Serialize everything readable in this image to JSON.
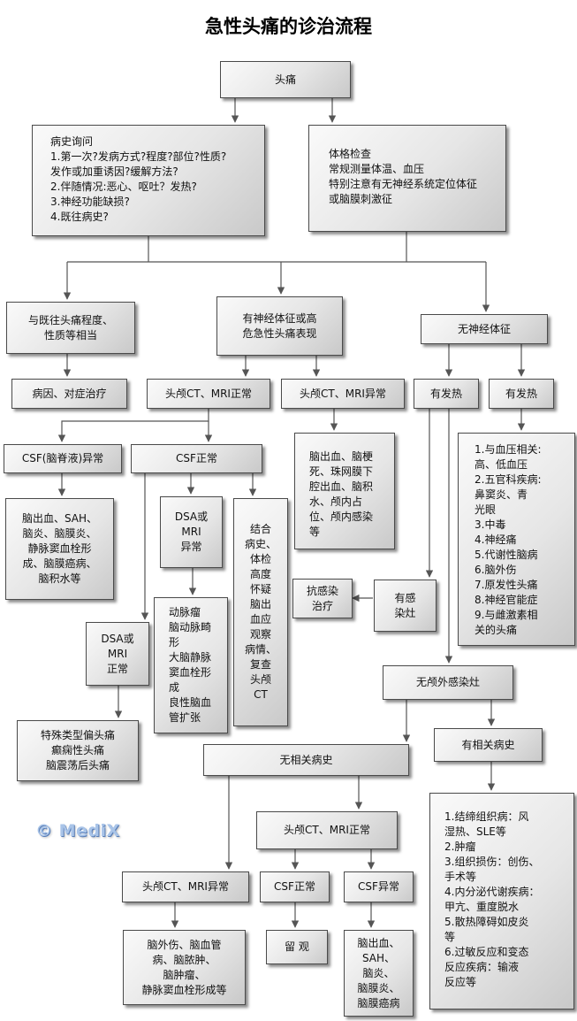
{
  "title": "急性头痛的诊治流程",
  "logo": "© MediX",
  "nodes": {
    "n1": "头痛",
    "n2": "病史询问\n1.第一次?发病方式?程度?部位?性质?\n   发作或加重诱因?缓解方法?\n2.伴随情况:恶心、呕吐？发热?\n3.神经功能缺损?\n4.既往病史?",
    "n3": "体格检查\n常规测量体温、血压\n特别注意有无神经系统定位体征\n或脑膜刺激征",
    "n4": "与既往头痛程度、\n性质等相当",
    "n5": "有神经体征或高\n危急性头痛表现",
    "n6": "无神经体征",
    "n7": "病因、对症治疗",
    "n8": "头颅CT、MRI正常",
    "n9": "头颅CT、MRI异常",
    "n10": "有发热",
    "n11": "有发热",
    "n12": "CSF(脑脊液)异常",
    "n13": "CSF正常",
    "n14": "脑出血、脑梗\n死、珠网膜下\n腔出血、脑积\n水、颅内占\n位、颅内感染\n等",
    "n15": "1.与血压相关:\n   高、低血压\n2.五官科疾病:\n   鼻窦炎、青\n   光眼\n3.中毒\n4.神经痛\n5.代谢性脑病\n6.脑外伤\n7.原发性头痛\n8.神经官能症\n9.与雌激素相\n   关的头痛",
    "n16": "脑出血、SAH、\n脑炎、脑膜炎、\n静脉窦血栓形\n成、脑膜癌病、\n脑积水等",
    "n17": "DSA或\nMRI\n异常",
    "n18": "结合\n病史、\n体检\n高度\n怀疑\n脑出\n血应\n观察\n病情、\n复查\n头颅\nCT",
    "n19": "抗感染\n治疗",
    "n20": "有感\n染灶",
    "n21": "动脉瘤\n脑动脉畸\n形\n大脑静脉\n窦血栓形\n成\n良性脑血\n管扩张",
    "n22": "DSA或\nMRI\n正常",
    "n23": "无颅外感染灶",
    "n24": "特殊类型偏头痛\n癫痫性头痛\n脑震荡后头痛",
    "n25": "有相关病史",
    "n26": "无相关病史",
    "n27": "1.结缔组织病：风\n   湿热、SLE等\n2.肿瘤\n3.组织损伤：创伤、\n   手术等\n4.内分泌代谢疾病：\n   甲亢、重度脱水\n5.散热障碍如皮炎\n   等\n6.过敏反应和变态\n   反应疾病：输液\n   反应等",
    "n28": "头颅CT、MRI正常",
    "n29": "头颅CT、MRI异常",
    "n30": "CSF正常",
    "n31": "CSF异常",
    "n32": "脑外伤、脑血管\n病、脑脓肿、\n脑肿瘤、\n静脉窦血栓形成等",
    "n33": "留 观",
    "n34": "脑出血、\nSAH、\n脑炎、\n脑膜炎、\n脑膜癌病"
  }
}
